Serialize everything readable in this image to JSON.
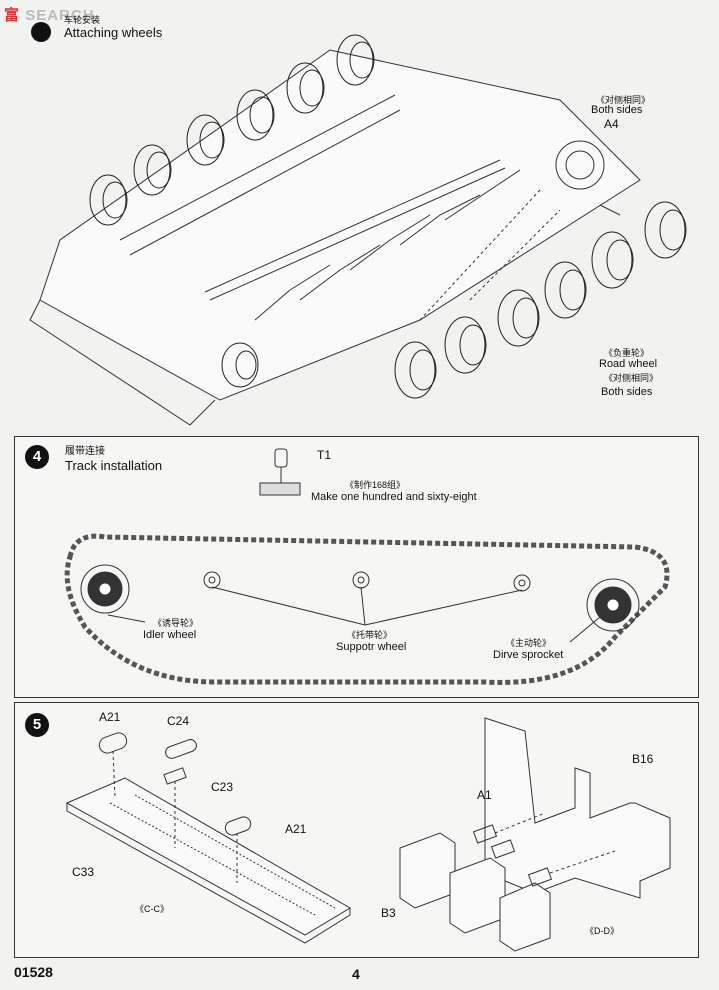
{
  "watermark": {
    "logo": "富",
    "brand": "SEARCH"
  },
  "step3": {
    "title_cn": "车轮安装",
    "title_en": "Attaching wheels",
    "label_both1_cn": "《对侧相同》",
    "label_both1_en": "Both sides",
    "part_a4": "A4",
    "road_wheel_cn": "《负重轮》",
    "road_wheel_en": "Road  wheel",
    "both2_cn": "《对侧相同》",
    "both2_en": "Both sides"
  },
  "step4": {
    "number": "4",
    "title_cn": "履带连接",
    "title_en": "Track installation",
    "part_t1": "T1",
    "make_cn": "《制作168组》",
    "make_en": "Make one hundred and sixty-eight",
    "idler_cn": "《诱导轮》",
    "idler_en": "Idler wheel",
    "support_cn": "《托带轮》",
    "support_en": "Suppotr wheel",
    "sprocket_cn": "《主动轮》",
    "sprocket_en": "Dirve sprocket"
  },
  "step5": {
    "number": "5",
    "a21_top": "A21",
    "c24": "C24",
    "c23": "C23",
    "a21_right": "A21",
    "c33": "C33",
    "section_cc": "《C-C》",
    "a1": "A1",
    "b16": "B16",
    "b3": "B3",
    "section_dd": "《D-D》"
  },
  "footer": {
    "code": "01528",
    "page": "4"
  }
}
